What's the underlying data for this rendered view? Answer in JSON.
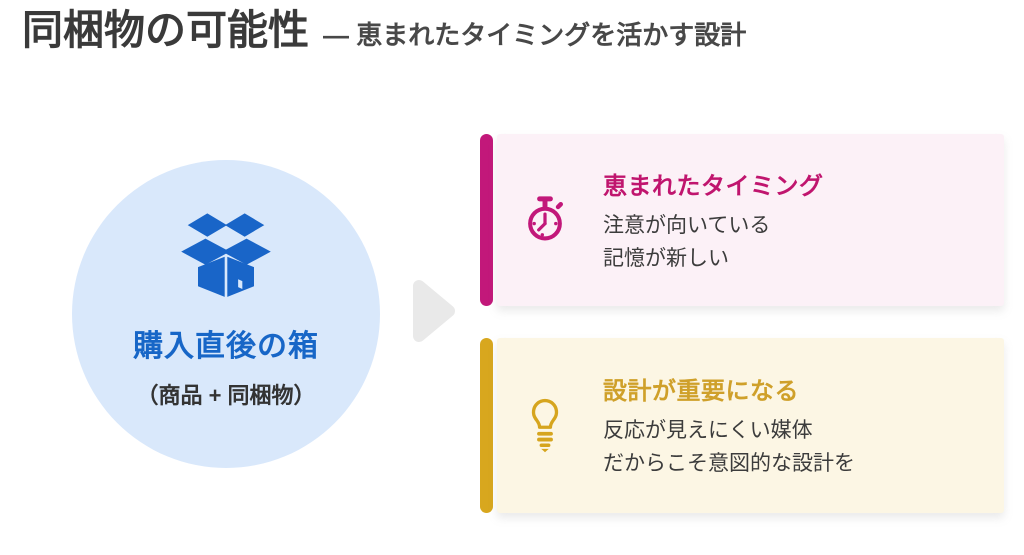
{
  "header": {
    "title": "同梱物の可能性",
    "subtitle": "— 恵まれたタイミングを活かす設計"
  },
  "circle": {
    "icon": "open-box-icon",
    "label": "購入直後の箱",
    "sublabel": "（商品 + 同梱物）",
    "bg_color": "#D9E8FB",
    "icon_color": "#1965C8",
    "label_color": "#1766C7"
  },
  "arrow": {
    "icon": "right-arrow-icon",
    "color": "#E9E9E9"
  },
  "cards": [
    {
      "icon": "stopwatch-icon",
      "title": "恵まれたタイミング",
      "lines": [
        "注意が向いている",
        "記憶が新しい"
      ],
      "accent_color": "#C2187A",
      "title_color": "#C0156E",
      "bg_color": "#FCF1F7"
    },
    {
      "icon": "lightbulb-icon",
      "title": "設計が重要になる",
      "lines": [
        "反応が見えにくい媒体",
        "だからこそ意図的な設計を"
      ],
      "accent_color": "#D8A71E",
      "title_color": "#CFA02A",
      "bg_color": "#FCF6E4"
    }
  ],
  "text_color": "#3C3C3C"
}
